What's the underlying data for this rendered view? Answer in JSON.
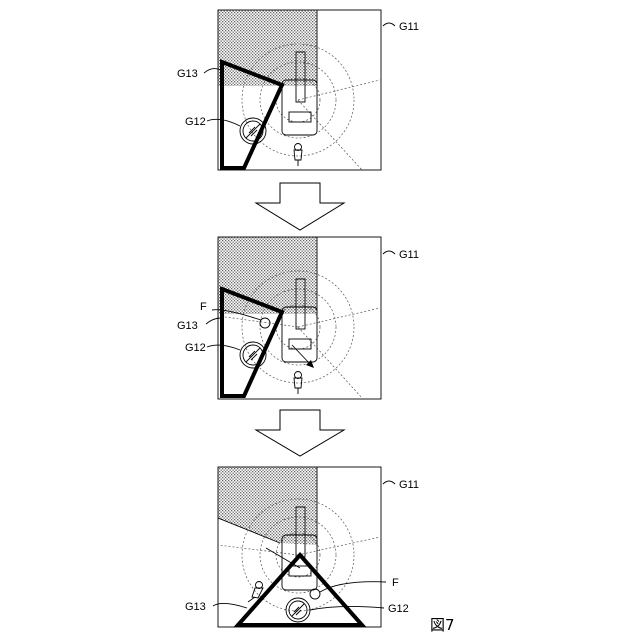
{
  "labels": {
    "g11": "G11",
    "g12": "G12",
    "g13": "G13",
    "f": "F",
    "figure_number": "図7"
  }
}
